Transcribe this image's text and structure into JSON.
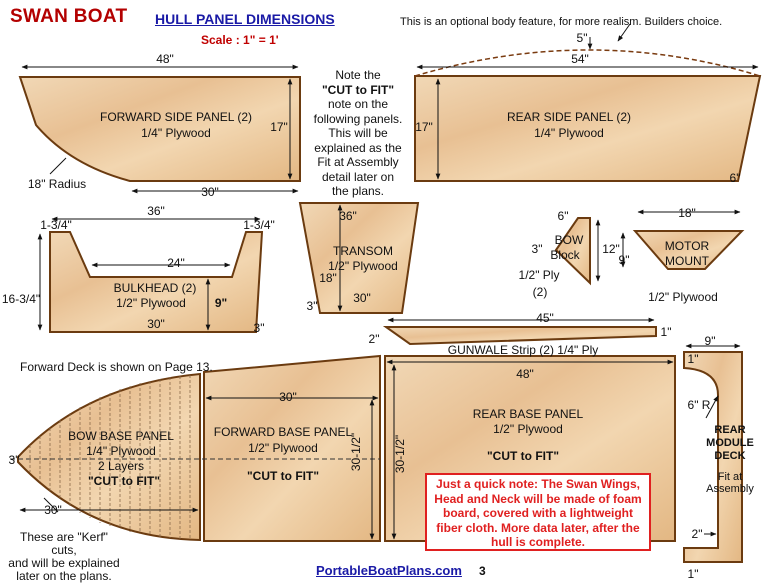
{
  "header": {
    "title": "SWAN BOAT",
    "subtitle": "HULL PANEL DIMENSIONS",
    "scale": "Scale : 1\" = 1'",
    "optional_note": "This is an optional body feature, for more realism. Builders choice."
  },
  "cut_note": {
    "line1": "Note the",
    "line2": "\"CUT to FIT\"",
    "line3": "note on the",
    "line4": "following panels.",
    "line5": "This will be",
    "line6": "explained as the",
    "line7": "Fit at Assembly",
    "line8": "detail later on",
    "line9": "the plans."
  },
  "panels": {
    "forward_side": {
      "name": "FORWARD SIDE PANEL (2)",
      "material": "1/4\" Plywood",
      "width": "48\"",
      "height": "17\"",
      "bottom": "30\"",
      "radius": "18\" Radius"
    },
    "rear_side": {
      "name": "REAR SIDE PANEL (2)",
      "material": "1/4\" Plywood",
      "width": "54\"",
      "arc": "5\"",
      "height": "17\"",
      "end": "6\""
    },
    "bulkhead": {
      "name": "BULKHEAD (2)",
      "material": "1/2\" Plywood",
      "top": "36\"",
      "left_step": "1-3/4\"",
      "right_step": "1-3/4\"",
      "inner": "24\"",
      "depth": "9\"",
      "bottom": "30\"",
      "height": "16-3/4\"",
      "corner": "3\""
    },
    "transom": {
      "name": "TRANSOM",
      "material": "1/2\" Plywood",
      "top": "36\"",
      "height": "18\"",
      "bottom": "30\"",
      "corner": "3\""
    },
    "bow_block": {
      "name1": "BOW",
      "name2": "Block",
      "top": "6\"",
      "side": "3\"",
      "height": "12\"",
      "material1": "1/2\" Ply",
      "material2": "(2)"
    },
    "motor_mount": {
      "name1": "MOTOR",
      "name2": "MOUNT",
      "top": "18\"",
      "height": "9\"",
      "material": "1/2\" Plywood"
    },
    "gunwale": {
      "name": "GUNWALE Strip (2)  1/4\" Ply",
      "length": "45\"",
      "left": "2\"",
      "right": "1\""
    },
    "bow_base": {
      "name": "BOW BASE PANEL",
      "material": "1/4\" Plywood",
      "layers": "2 Layers",
      "cut": "\"CUT to FIT\"",
      "tip": "3\"",
      "bottom": "30\""
    },
    "forward_base": {
      "name": "FORWARD BASE PANEL",
      "material": "1/2\" Plywood",
      "cut": "\"CUT to FIT\"",
      "top": "30\"",
      "height": "30-1/2\""
    },
    "rear_base": {
      "name": "REAR BASE PANEL",
      "material": "1/2\" Plywood",
      "cut": "\"CUT to FIT\"",
      "top": "48\"",
      "height": "30-1/2\""
    },
    "rear_module": {
      "name1": "REAR",
      "name2": "MODULE",
      "name3": "DECK",
      "note1": "Fit at",
      "note2": "Assembly",
      "width": "9\"",
      "top": "1\"",
      "radius": "6\" R",
      "inset": "2\"",
      "bottom": "1\""
    }
  },
  "notes": {
    "forward_deck": "Forward Deck is shown on Page 13.",
    "kerf1": "These are \"Kerf\" cuts,",
    "kerf2": "and will be explained",
    "kerf3": "later on the plans.",
    "quick1": "Just a quick note: The Swan Wings,",
    "quick2": "Head and Neck will be made of foam",
    "quick3": "board, covered with a lightweight",
    "quick4": "fiber cloth. More data later, after the",
    "quick5": "hull is complete."
  },
  "footer": {
    "url": "PortableBoatPlans.com",
    "page": "3"
  }
}
